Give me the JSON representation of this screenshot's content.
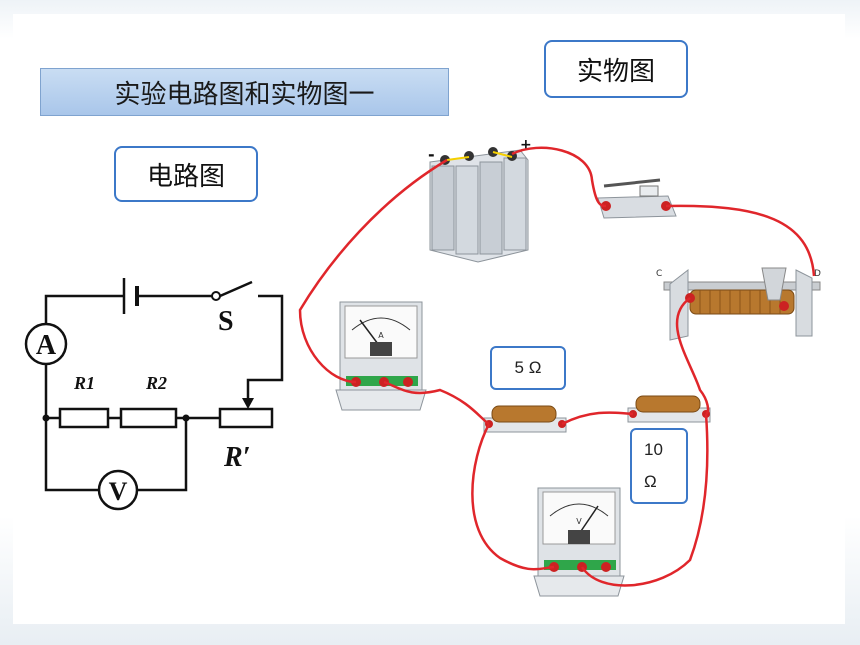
{
  "title": "实验电路图和实物图一",
  "labels": {
    "physical": "实物图",
    "circuit": "电路图",
    "r5": "5 Ω",
    "r10_line1": "10",
    "r10_line2": "Ω"
  },
  "circuit": {
    "ammeter": "A",
    "voltmeter": "V",
    "switch": "S",
    "r1": "R1",
    "r2": "R2",
    "rheostat": "R′"
  },
  "meters": {
    "ammeter_letter": "A",
    "voltmeter_letter": "V"
  },
  "colors": {
    "wire_red": "#e0262b",
    "title_fill": "#b3cdee",
    "border_blue": "#3c78c8"
  }
}
